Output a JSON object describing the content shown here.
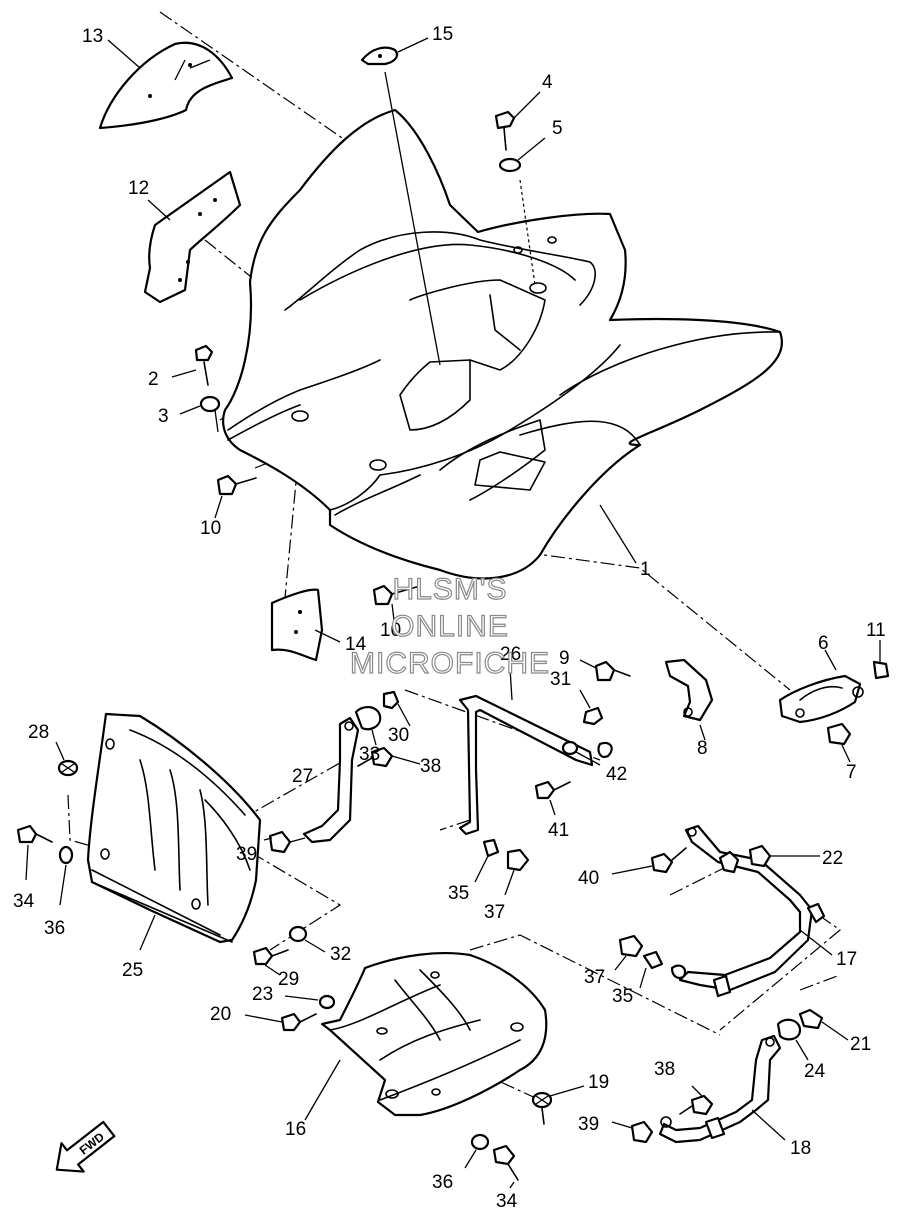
{
  "watermark": {
    "line1": "HLSM'S",
    "line2": "ONLINE",
    "line3": "MICROFICHE"
  },
  "fwd_label": "FWD",
  "callouts": [
    {
      "id": "c1",
      "label": "1"
    },
    {
      "id": "c2",
      "label": "2"
    },
    {
      "id": "c3",
      "label": "3"
    },
    {
      "id": "c4",
      "label": "4"
    },
    {
      "id": "c5",
      "label": "5"
    },
    {
      "id": "c6",
      "label": "6"
    },
    {
      "id": "c7",
      "label": "7"
    },
    {
      "id": "c8",
      "label": "8"
    },
    {
      "id": "c9",
      "label": "9"
    },
    {
      "id": "c10a",
      "label": "10"
    },
    {
      "id": "c10b",
      "label": "10"
    },
    {
      "id": "c11",
      "label": "11"
    },
    {
      "id": "c12",
      "label": "12"
    },
    {
      "id": "c13",
      "label": "13"
    },
    {
      "id": "c14",
      "label": "14"
    },
    {
      "id": "c15",
      "label": "15"
    },
    {
      "id": "c16",
      "label": "16"
    },
    {
      "id": "c17",
      "label": "17"
    },
    {
      "id": "c18",
      "label": "18"
    },
    {
      "id": "c19",
      "label": "19"
    },
    {
      "id": "c20",
      "label": "20"
    },
    {
      "id": "c21",
      "label": "21"
    },
    {
      "id": "c22",
      "label": "22"
    },
    {
      "id": "c23",
      "label": "23"
    },
    {
      "id": "c24",
      "label": "24"
    },
    {
      "id": "c25",
      "label": "25"
    },
    {
      "id": "c26",
      "label": "26"
    },
    {
      "id": "c27",
      "label": "27"
    },
    {
      "id": "c28",
      "label": "28"
    },
    {
      "id": "c29",
      "label": "29"
    },
    {
      "id": "c30",
      "label": "30"
    },
    {
      "id": "c31",
      "label": "31"
    },
    {
      "id": "c32",
      "label": "32"
    },
    {
      "id": "c33",
      "label": "33"
    },
    {
      "id": "c34a",
      "label": "34"
    },
    {
      "id": "c34b",
      "label": "34"
    },
    {
      "id": "c35a",
      "label": "35"
    },
    {
      "id": "c35b",
      "label": "35"
    },
    {
      "id": "c36a",
      "label": "36"
    },
    {
      "id": "c36b",
      "label": "36"
    },
    {
      "id": "c37a",
      "label": "37"
    },
    {
      "id": "c37b",
      "label": "37"
    },
    {
      "id": "c38a",
      "label": "38"
    },
    {
      "id": "c38b",
      "label": "38"
    },
    {
      "id": "c39a",
      "label": "39"
    },
    {
      "id": "c39b",
      "label": "39"
    },
    {
      "id": "c40",
      "label": "40"
    },
    {
      "id": "c41",
      "label": "41"
    },
    {
      "id": "c42",
      "label": "42"
    }
  ]
}
